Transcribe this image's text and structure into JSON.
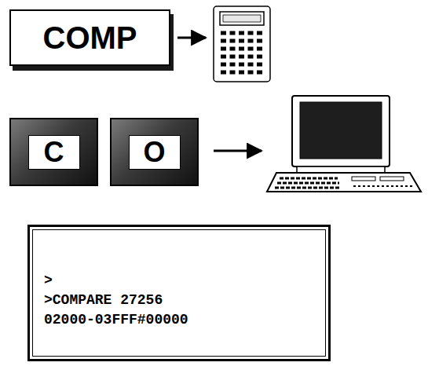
{
  "diagram": {
    "nodes": [
      {
        "text": [
          "COMP"
        ]
      },
      {
        "text": [
          "C"
        ]
      },
      {
        "text": [
          "O"
        ]
      },
      {
        "text": [
          ">",
          ">COMPARE 27256",
          "02000-03FFF#00000"
        ]
      }
    ]
  }
}
